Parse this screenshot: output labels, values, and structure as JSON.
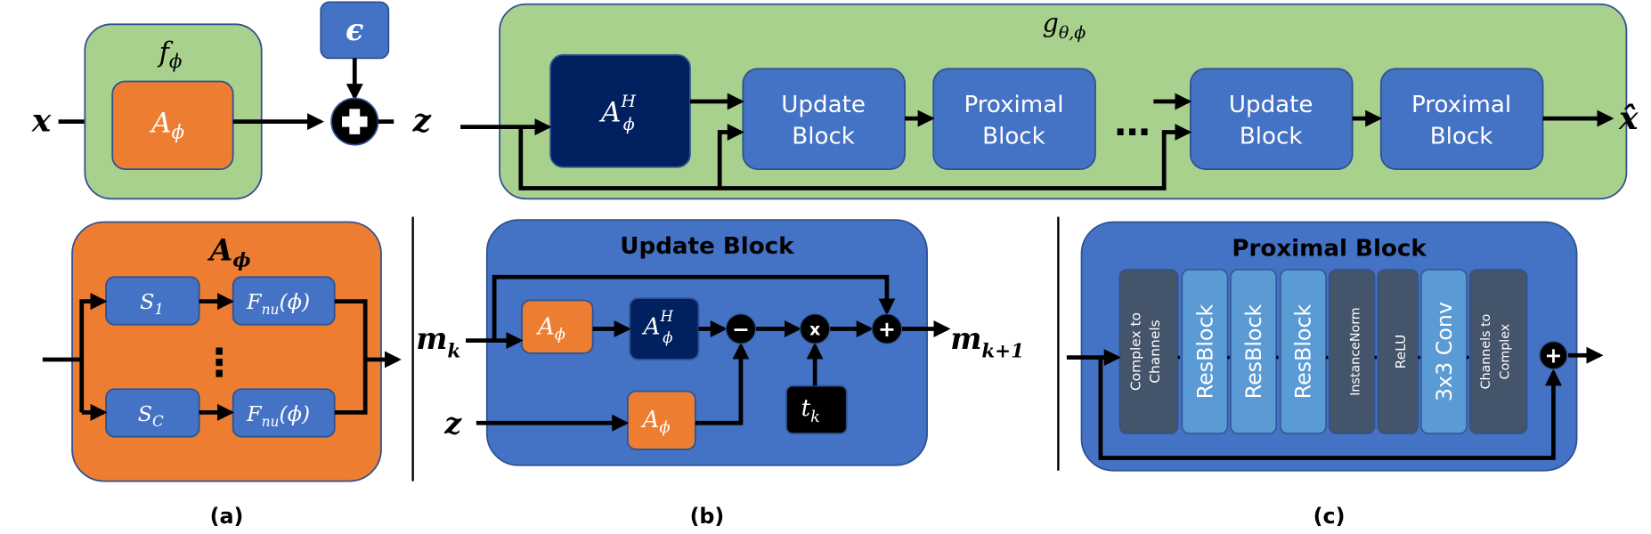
{
  "colors": {
    "green": "#a9d18e",
    "orange": "#ed7d31",
    "blue": "#4472c4",
    "navy": "#002060",
    "slate": "#44546a",
    "light_blue": "#5b9bd5",
    "border": "#2f528f"
  },
  "top": {
    "x_label": "x",
    "f_label": {
      "base": "f",
      "sub": "ϕ"
    },
    "A_label": {
      "base": "A",
      "sub": "ϕ"
    },
    "eps_label": "ϵ",
    "z_label": "z",
    "g_label": {
      "base": "g",
      "sub": "θ,ϕ"
    },
    "AH_label": {
      "base": "A",
      "sup": "H",
      "sub": "ϕ"
    },
    "blocks": [
      {
        "line1": "Update",
        "line2": "Block"
      },
      {
        "line1": "Proximal",
        "line2": "Block"
      },
      {
        "line1": "Update",
        "line2": "Block"
      },
      {
        "line1": "Proximal",
        "line2": "Block"
      }
    ],
    "dots": "…",
    "xhat_label": "x̂"
  },
  "panel_a": {
    "title": {
      "base": "A",
      "sub": "ϕ"
    },
    "s1": {
      "base": "S",
      "sub": "1"
    },
    "sc": {
      "base": "S",
      "sub": "C"
    },
    "f1": {
      "base": "F",
      "sub": "nu",
      "arg": "(ϕ)"
    },
    "fc": {
      "base": "F",
      "sub": "nu",
      "arg": "(ϕ)"
    },
    "vdots": "⋮",
    "caption": "(a)"
  },
  "panel_b": {
    "title": "Update Block",
    "mk": {
      "base": "m",
      "sub": "k"
    },
    "mk1": {
      "base": "m",
      "sub": "k+1"
    },
    "z": "z",
    "A": {
      "base": "A",
      "sub": "ϕ"
    },
    "AH": {
      "base": "A",
      "sup": "H",
      "sub": "ϕ"
    },
    "minus": "−",
    "times": "x",
    "plus": "+",
    "tk": {
      "base": "t",
      "sub": "k"
    },
    "caption": "(b)"
  },
  "panel_c": {
    "title": "Proximal Block",
    "layers": [
      {
        "line1": "Complex to",
        "line2": "Channels",
        "type": "slate"
      },
      {
        "line1": "ResBlock",
        "line2": "",
        "type": "light"
      },
      {
        "line1": "ResBlock",
        "line2": "",
        "type": "light"
      },
      {
        "line1": "ResBlock",
        "line2": "",
        "type": "light"
      },
      {
        "line1": "InstanceNorm",
        "line2": "",
        "type": "slate"
      },
      {
        "line1": "ReLU",
        "line2": "",
        "type": "slate"
      },
      {
        "line1": "3x3 Conv",
        "line2": "",
        "type": "light"
      },
      {
        "line1": "Channels to",
        "line2": "Complex",
        "type": "slate"
      }
    ],
    "caption": "(c)"
  }
}
